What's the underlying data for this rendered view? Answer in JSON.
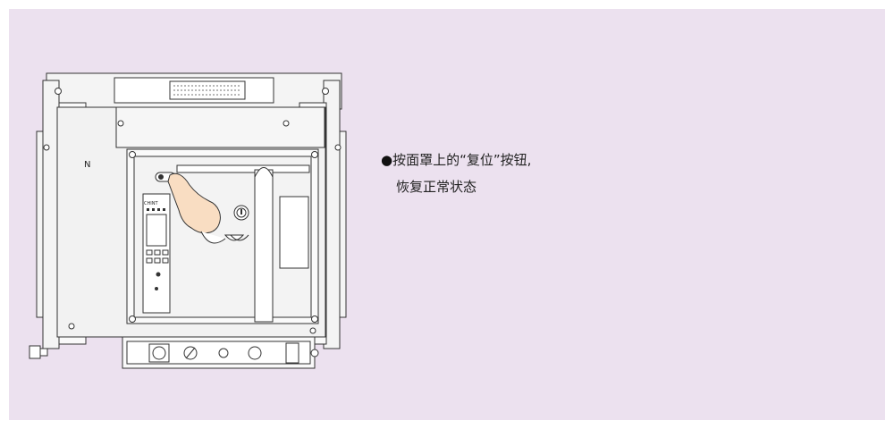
{
  "caption": {
    "bullet": "●",
    "line1": "按面罩上的“复位”按钮,",
    "line2": "恢复正常状态"
  },
  "device": {
    "neutral_label": "N",
    "brand_label": "CHINT"
  },
  "colors": {
    "panel_background": "#ece1ef",
    "device_fill": "#f4f4f4",
    "outline": "#333333",
    "hand_fill": "#f9ddc2"
  }
}
